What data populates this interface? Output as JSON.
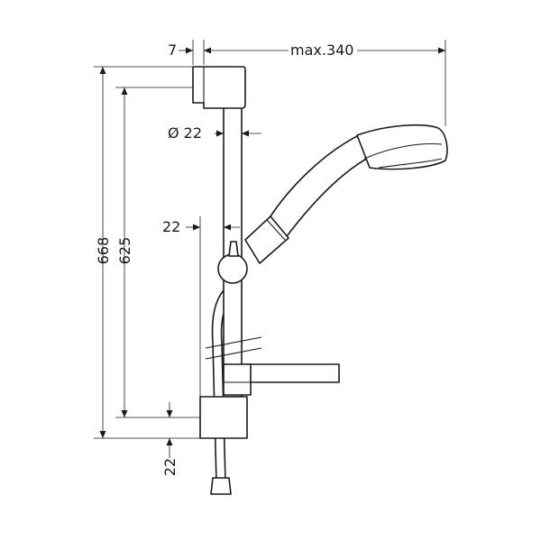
{
  "drawing": {
    "dimensions": {
      "offset_top": "7",
      "max_reach": "max.340",
      "bar_diameter": "Ø 22",
      "holder_offset": "22",
      "total_height": "668",
      "fixing_distance": "625",
      "bottom_offset": "22"
    },
    "colors": {
      "line": "#1a1a1a",
      "background": "#ffffff"
    }
  }
}
